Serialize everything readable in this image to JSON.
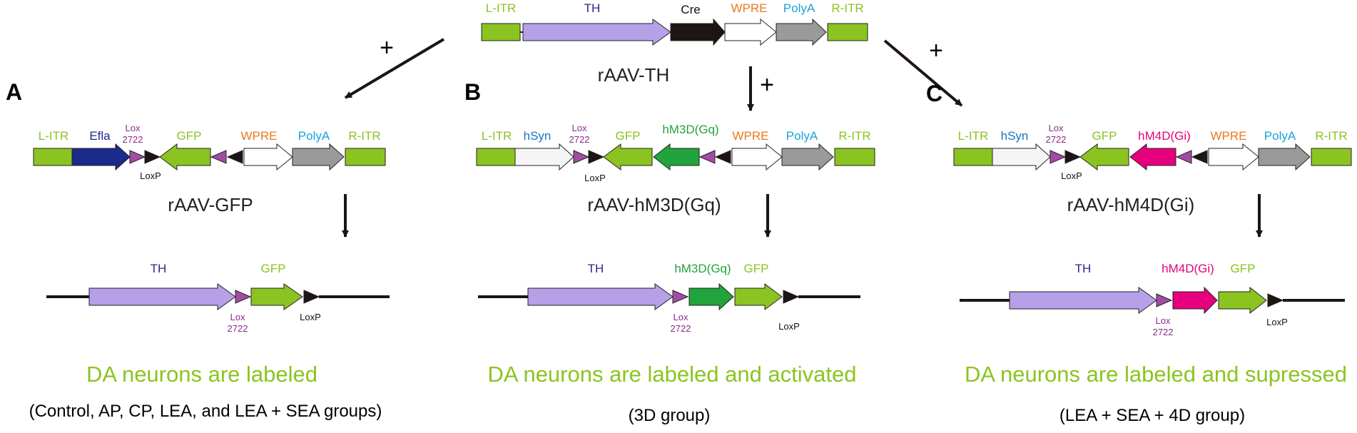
{
  "colors": {
    "itr": "#8bc420",
    "th": "#b6a0e8",
    "cre": "#1d1414",
    "wpre": "#ffffff",
    "polya": "#9a9a9a",
    "efla": "#1c2a8c",
    "hsyn": "#f5f5f5",
    "gfp": "#8bc420",
    "hm3d": "#21a43c",
    "hm4d": "#e6007e",
    "lox2722": "#a24ca6",
    "loxp": "#1d1414",
    "label_itr": "#8bc420",
    "label_th": "#2a2a8c",
    "label_wpre": "#e87a1e",
    "label_polya": "#1aa3d8",
    "label_efla": "#1c2a8c",
    "label_hsyn": "#1a73c2",
    "label_lox": "#8b2a8c",
    "label_hm3d": "#21a43c",
    "label_hm4d": "#e6007e",
    "conclusion": "#8bc420"
  },
  "top": {
    "labels": {
      "litr": "L-ITR",
      "th": "TH",
      "cre": "Cre",
      "wpre": "WPRE",
      "polya": "PolyA",
      "ritr": "R-ITR"
    },
    "name": "rAAV-TH",
    "plus_left": "+",
    "plus_mid": "+",
    "plus_right": "+"
  },
  "panels": [
    {
      "letter": "A",
      "labels": {
        "litr": "L-ITR",
        "promoter": "Efla",
        "lox": "Lox",
        "lox_num": "2722",
        "gene": "GFP",
        "wpre": "WPRE",
        "polya": "PolyA",
        "ritr": "R-ITR",
        "loxp": "LoxP"
      },
      "name": "rAAV-GFP",
      "result": {
        "th": "TH",
        "gene": "GFP",
        "lox": "Lox",
        "lox_num": "2722",
        "loxp": "LoxP"
      },
      "conclusion": "DA neurons are labeled",
      "groups": "(Control, AP, CP, LEA, and LEA + SEA groups)"
    },
    {
      "letter": "B",
      "labels": {
        "litr": "L-ITR",
        "promoter": "hSyn",
        "lox": "Lox",
        "lox_num": "2722",
        "gfp": "GFP",
        "gene": "hM3D(Gq)",
        "wpre": "WPRE",
        "polya": "PolyA",
        "ritr": "R-ITR",
        "loxp": "LoxP"
      },
      "name": "rAAV-hM3D(Gq)",
      "result": {
        "th": "TH",
        "gene": "hM3D(Gq)",
        "gfp": "GFP",
        "lox": "Lox",
        "lox_num": "2722",
        "loxp": "LoxP"
      },
      "conclusion": "DA neurons are labeled and activated",
      "groups": "(3D group)"
    },
    {
      "letter": "C",
      "labels": {
        "litr": "L-ITR",
        "promoter": "hSyn",
        "lox": "Lox",
        "lox_num": "2722",
        "gfp": "GFP",
        "gene": "hM4D(Gi)",
        "wpre": "WPRE",
        "polya": "PolyA",
        "ritr": "R-ITR",
        "loxp": "LoxP"
      },
      "name": "rAAV-hM4D(Gi)",
      "result": {
        "th": "TH",
        "gene": "hM4D(Gi)",
        "gfp": "GFP",
        "lox": "Lox",
        "lox_num": "2722",
        "loxp": "LoxP"
      },
      "conclusion": "DA neurons are labeled and supressed",
      "groups": "(LEA + SEA + 4D group)"
    }
  ]
}
